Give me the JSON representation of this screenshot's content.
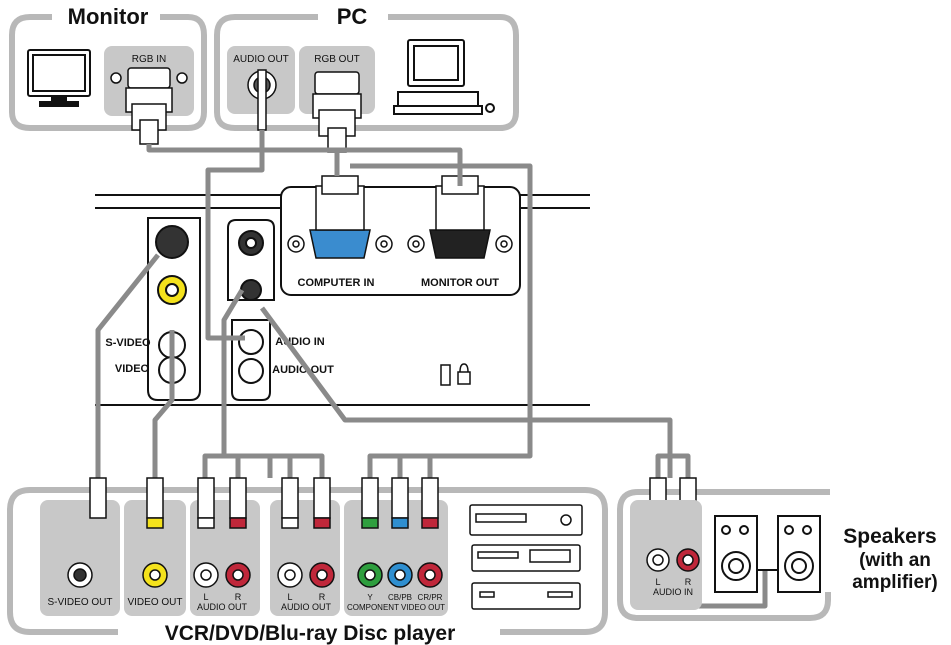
{
  "groups": {
    "monitor": "Monitor",
    "pc": "PC",
    "player": "VCR/DVD/Blu-ray Disc player",
    "speakers_line1": "Speakers",
    "speakers_line2": "(with an",
    "speakers_line3": "amplifier)"
  },
  "monitor_ports": {
    "rgb_in": "RGB IN"
  },
  "pc_ports": {
    "audio_out": "AUDIO OUT",
    "rgb_out": "RGB OUT"
  },
  "projector": {
    "computer_in": "COMPUTER IN",
    "monitor_out": "MONITOR OUT",
    "s_video": "S-VIDEO",
    "video": "VIDEO",
    "audio_in": "AUDIO IN",
    "audio_out": "AUDIO OUT"
  },
  "player_ports": {
    "s_video_out": "S-VIDEO OUT",
    "video_out": "VIDEO OUT",
    "l": "L",
    "r": "R",
    "audio_out": "AUDIO OUT",
    "y": "Y",
    "cb_pb": "CB/PB",
    "cr_pr": "CR/PR",
    "component_video_out": "COMPONENT VIDEO OUT"
  },
  "speaker_ports": {
    "l": "L",
    "r": "R",
    "audio_in": "AUDIO IN"
  },
  "colors": {
    "frame": "#b8b8b8",
    "cable": "#8a8a8a",
    "green": "#2e9e3e",
    "blue": "#2f8fd0",
    "red": "#c0273a",
    "yellow": "#f4e21c",
    "port_blue": "#3a8ccf"
  }
}
